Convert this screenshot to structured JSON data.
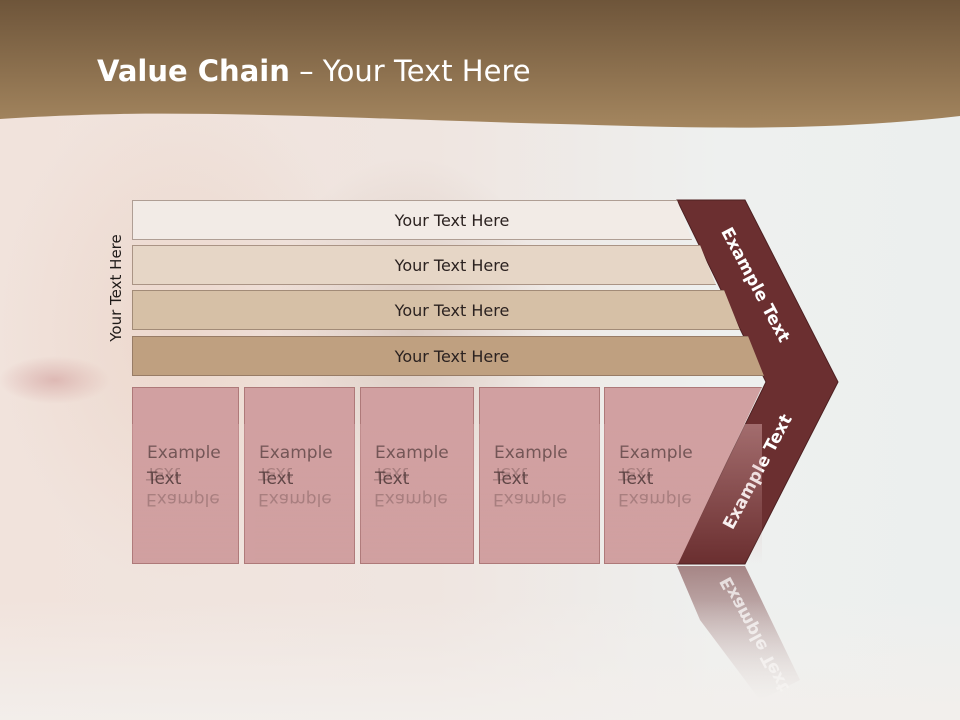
{
  "title": {
    "bold": "Value Chain",
    "rest": " – Your Text Here"
  },
  "side_label": "Your Text Here",
  "bars": [
    {
      "label": "Your Text Here",
      "color": "#f2ebe6"
    },
    {
      "label": "Your Text Here",
      "color": "#e6d6c6"
    },
    {
      "label": "Your Text Here",
      "color": "#d6c0a6"
    },
    {
      "label": "Your Text Here",
      "color": "#bfa080"
    }
  ],
  "cells": [
    {
      "line1": "Example",
      "line2": "Text"
    },
    {
      "line1": "Example",
      "line2": "Text"
    },
    {
      "line1": "Example",
      "line2": "Text"
    },
    {
      "line1": "Example",
      "line2": "Text"
    },
    {
      "line1": "Example",
      "line2": "Text"
    }
  ],
  "chevron": {
    "upper_text": "Example Text",
    "lower_text": "Example Text",
    "color": "#6b2f30"
  },
  "colors": {
    "header_top": "#6e553a",
    "header_bottom": "#a4865f",
    "cell": "#d1a0a1"
  }
}
